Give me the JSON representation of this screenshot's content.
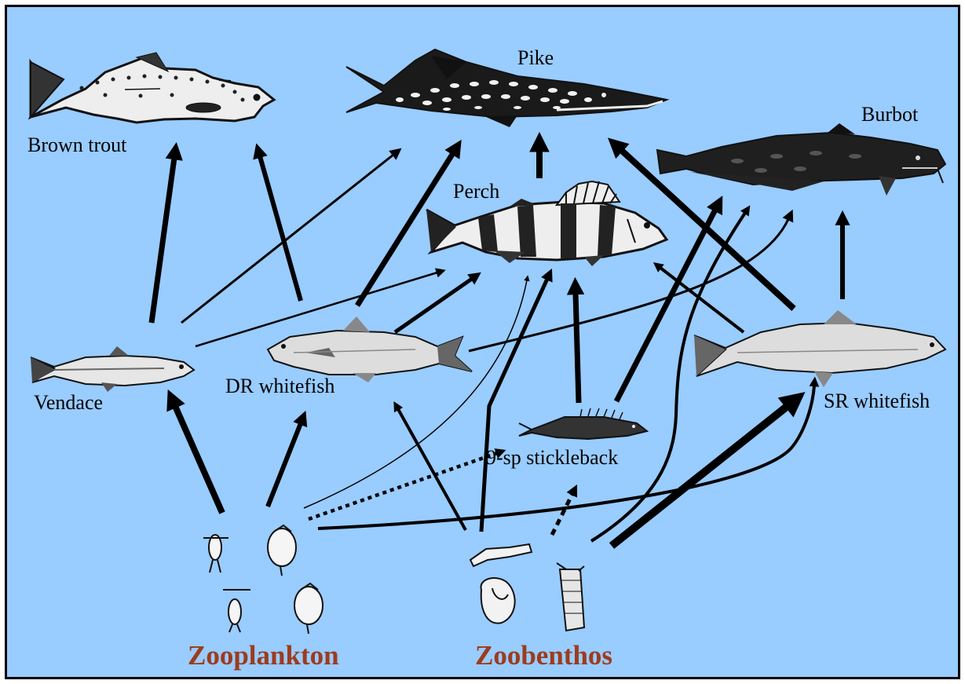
{
  "colors": {
    "background": "#99ccff",
    "border": "#000000",
    "arrow": "#000000",
    "group_label": "#9c3c1e",
    "fish_light": "#eeeeee",
    "fish_dark": "#1a1a1a"
  },
  "species": {
    "brown_trout": "Brown trout",
    "pike": "Pike",
    "burbot": "Burbot",
    "perch": "Perch",
    "vendace": "Vendace",
    "dr_whitefish": "DR whitefish",
    "sr_whitefish": "SR whitefish",
    "stickleback": "9-sp stickleback"
  },
  "groups": {
    "zooplankton": "Zooplankton",
    "zoobenthos": "Zoobenthos"
  },
  "icons": [
    "brown-trout-icon",
    "pike-icon",
    "burbot-icon",
    "perch-icon",
    "vendace-icon",
    "dr-whitefish-icon",
    "sr-whitefish-icon",
    "stickleback-icon",
    "zooplankton-icon",
    "zoobenthos-icon"
  ],
  "links": [
    {
      "from": "Vendace",
      "to": "Brown trout",
      "strength": "strong"
    },
    {
      "from": "DR whitefish",
      "to": "Brown trout",
      "strength": "strong"
    },
    {
      "from": "Vendace",
      "to": "Pike",
      "strength": "weak"
    },
    {
      "from": "DR whitefish",
      "to": "Pike",
      "strength": "strong"
    },
    {
      "from": "Perch",
      "to": "Pike",
      "strength": "strong"
    },
    {
      "from": "SR whitefish",
      "to": "Pike",
      "strength": "strong"
    },
    {
      "from": "Vendace",
      "to": "Perch",
      "strength": "weak"
    },
    {
      "from": "DR whitefish",
      "to": "Perch",
      "strength": "strong"
    },
    {
      "from": "SR whitefish",
      "to": "Perch",
      "strength": "medium"
    },
    {
      "from": "9-sp stickleback",
      "to": "Perch",
      "strength": "strong"
    },
    {
      "from": "Zooplankton",
      "to": "Perch",
      "strength": "weak"
    },
    {
      "from": "Zoobenthos",
      "to": "Perch",
      "strength": "strong"
    },
    {
      "from": "9-sp stickleback",
      "to": "Burbot",
      "strength": "strong"
    },
    {
      "from": "DR whitefish",
      "to": "Burbot",
      "strength": "medium"
    },
    {
      "from": "SR whitefish",
      "to": "Burbot",
      "strength": "strong"
    },
    {
      "from": "Zoobenthos",
      "to": "Burbot",
      "strength": "strong"
    },
    {
      "from": "Zooplankton",
      "to": "Vendace",
      "strength": "strong"
    },
    {
      "from": "Zooplankton",
      "to": "DR whitefish",
      "strength": "strong"
    },
    {
      "from": "Zoobenthos",
      "to": "DR whitefish",
      "strength": "medium"
    },
    {
      "from": "Zooplankton",
      "to": "9-sp stickleback",
      "strength": "dotted"
    },
    {
      "from": "Zoobenthos",
      "to": "9-sp stickleback",
      "strength": "dotted"
    },
    {
      "from": "Zooplankton",
      "to": "SR whitefish",
      "strength": "medium"
    },
    {
      "from": "Zoobenthos",
      "to": "SR whitefish",
      "strength": "strong"
    }
  ]
}
